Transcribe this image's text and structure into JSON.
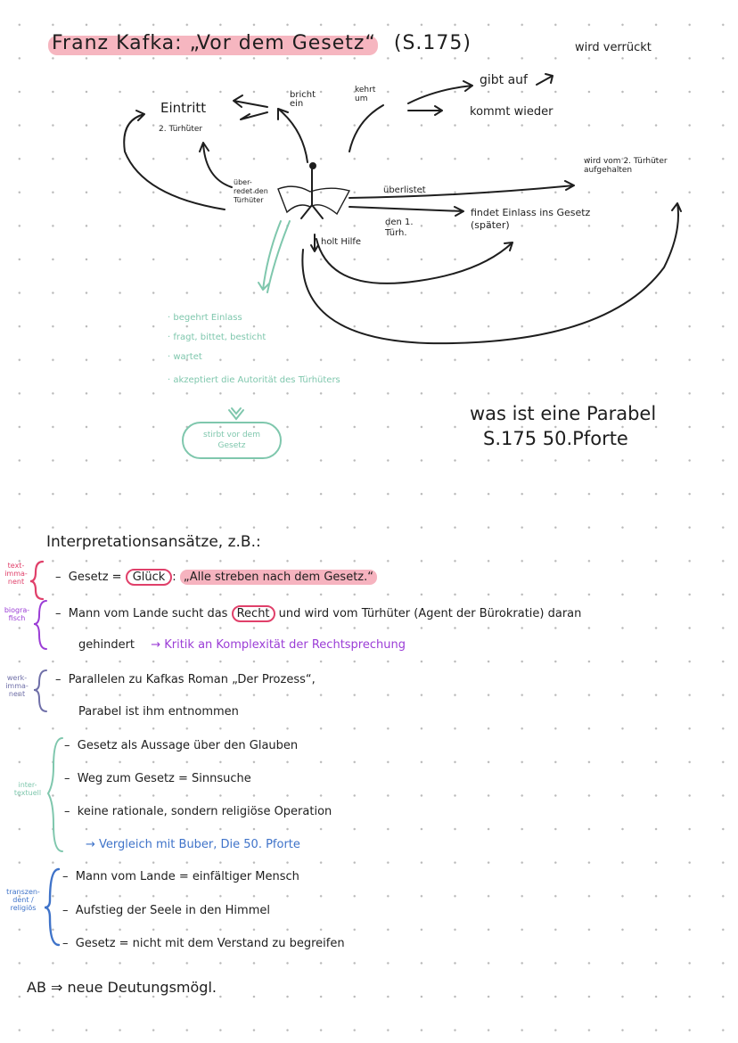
{
  "title": {
    "text": "Franz Kafka: „Vor dem Gesetz“",
    "page_ref": "(S.175)"
  },
  "diagram": {
    "wird_verrueckt": "wird verrückt",
    "gibt_auf": "gibt auf",
    "kehrt_um": "kehrt um",
    "bricht_ein": "bricht ein",
    "eintritt": "Eintritt",
    "zweiter_tuerhueter": "2. Türhüter",
    "kommt_wieder": "kommt wieder",
    "wird_aufgehalten": "wird vom 2. Türhüter aufgehalten",
    "ueberredet": "über-redet den Türhüter",
    "ueberlistet": "überlistet",
    "den_ersten": "den 1. Türh.",
    "findet_einlass": "findet Einlass ins Gesetz (später)",
    "holt_hilfe": "holt Hilfe",
    "mint_notes": [
      "begehrt Einlass",
      "fragt, bittet, besticht",
      "wartet",
      "akzeptiert die Autorität des Türhüters"
    ],
    "stirbt": "stirbt vor dem Gesetz"
  },
  "parabel_note": {
    "line1": "was ist eine Parabel",
    "line2": "S.175 50.Pforte"
  },
  "interpretation": {
    "heading": "Interpretationsansätze, z.B.:",
    "rows": [
      {
        "margin": "text-imma-nent",
        "parts": [
          "Gesetz = ",
          "Glück",
          ": ",
          "„Alle streben nach dem Gesetz.“"
        ]
      },
      {
        "margin": "biogra-fisch",
        "parts": [
          "Mann vom Lande sucht das ",
          "Recht",
          " und wird vom Türhüter (Agent der Bürokratie) daran"
        ]
      },
      {
        "line": "gehindert",
        "arrow_note": "→ Kritik an Komplexität der Rechtsprechung"
      },
      {
        "margin": "werk-imma-nent",
        "line": "Parallelen zu Kafkas Roman „Der Prozess“,"
      },
      {
        "line": "Parabel ist ihm entnommen"
      },
      {
        "margin": "inter-textuell",
        "line": "Gesetz als Aussage über den Glauben"
      },
      {
        "line": "Weg zum Gesetz = Sinnsuche"
      },
      {
        "line": "keine rationale, sondern religiöse Operation"
      },
      {
        "arrow_note": "→ Vergleich mit Buber, Die 50. Pforte"
      },
      {
        "margin": "transzen-dent / religiös",
        "line": "Mann vom Lande = einfältiger Mensch"
      },
      {
        "line": "Aufstieg der Seele in den Himmel"
      },
      {
        "line": "Gesetz = nicht mit dem Verstand zu begreifen"
      }
    ],
    "footer": "AB ⇒ neue Deutungsmögl."
  },
  "colors": {
    "pink": "#e0406a",
    "purple": "#9b3dd6",
    "blue": "#3f73c9",
    "mint": "#7fc7ad",
    "grey": "#8f8f8f"
  }
}
